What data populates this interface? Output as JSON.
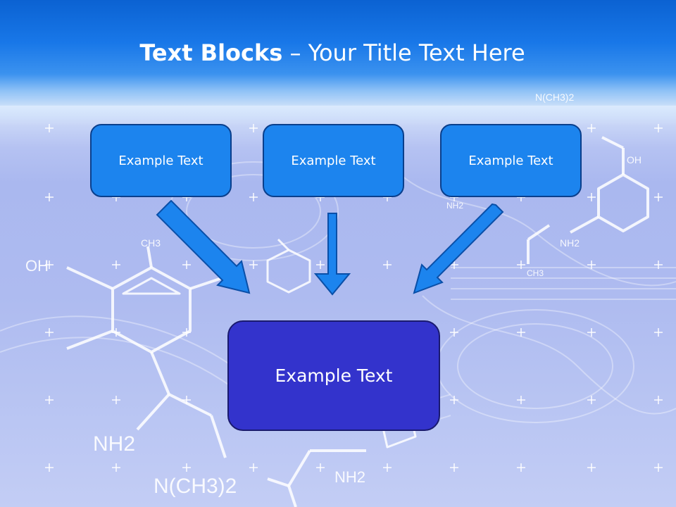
{
  "slide": {
    "title_bold": "Text Blocks",
    "title_separator": " – ",
    "title_rest": "Your Title Text Here",
    "top_boxes": [
      {
        "label": "Example Text"
      },
      {
        "label": "Example Text"
      },
      {
        "label": "Example Text"
      }
    ],
    "bottom_box": {
      "label": "Example Text"
    },
    "background_formula_labels": [
      "OH",
      "CH3",
      "NH2",
      "N(CH3)2",
      "NH2",
      "OH",
      "NH2",
      "CH3",
      "N(CH3)2",
      "NH2"
    ]
  },
  "colors": {
    "header": "#1877e8",
    "top_box_fill": "#1c84ee",
    "bottom_box_fill": "#3333cc",
    "arrow_fill": "#1c84ee"
  }
}
